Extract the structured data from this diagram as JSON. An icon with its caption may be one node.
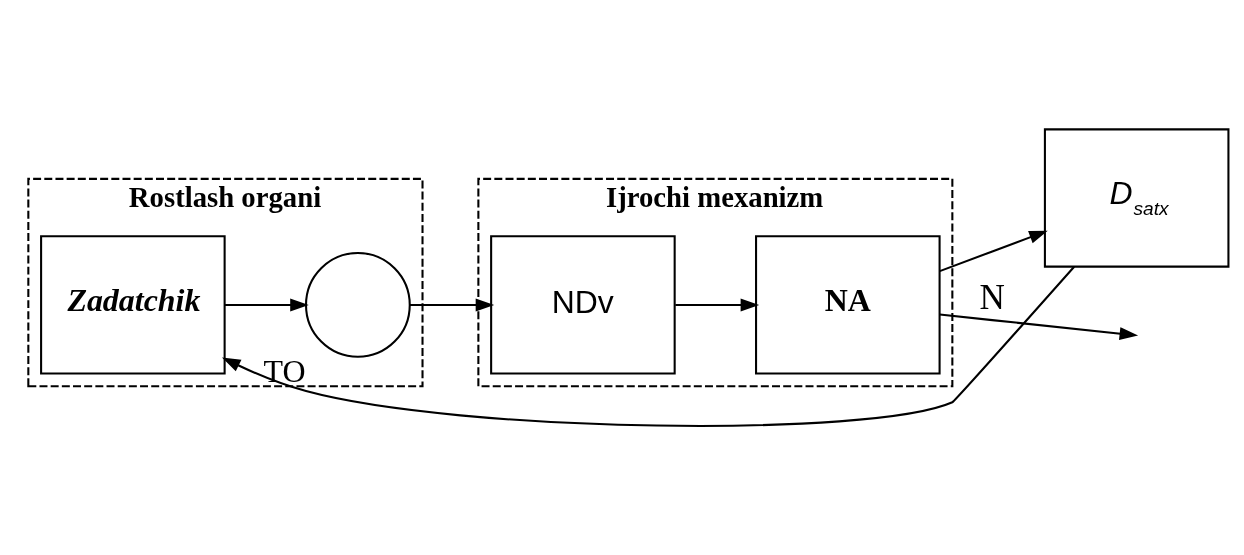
{
  "diagram": {
    "nodes": [
      {
        "text": [
          "Rostlash organi"
        ]
      },
      {
        "text": [
          "Zadatchik"
        ],
        "in": 0
      },
      {
        "text": [],
        "shape": "circle",
        "beside": [
          "TO"
        ],
        "in": 0
      },
      {
        "text": [
          "Ijrochi mexanizm"
        ]
      },
      {
        "text": [
          "NDv"
        ],
        "in": 3
      },
      {
        "text": [
          "NA"
        ],
        "in": 3
      },
      {
        "text": [
          "D$_{satx}$"
        ]
      }
    ],
    "edges": [
      {
        "from": 1,
        "to": 2,
        "arrow": "to"
      },
      {
        "from": 2,
        "to": 4,
        "arrow": "to"
      },
      {
        "from": 4,
        "to": 5,
        "arrow": "to"
      },
      {
        "from": 5,
        "to": null,
        "arrow": "to",
        "label": "N"
      },
      {
        "from": 5,
        "to": 6,
        "arrow": "to"
      },
      {
        "from": 6,
        "to": 1,
        "arrow": "to"
      }
    ]
  }
}
